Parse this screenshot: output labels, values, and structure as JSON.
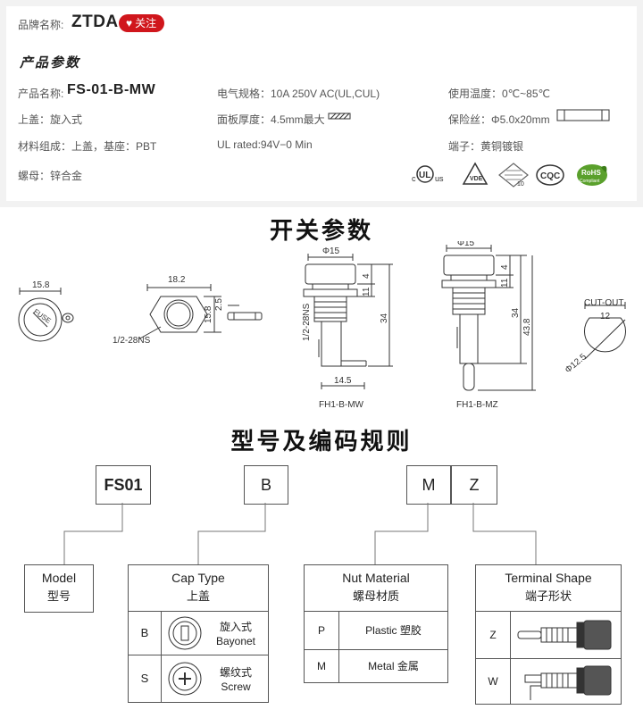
{
  "header": {
    "brand_label": "品牌名称:",
    "brand_name": "ZTDA",
    "follow_label": "关注",
    "section_title": "产品参数"
  },
  "params": {
    "product_name_label": "产品名称:",
    "product_name_value": "FS-01-B-MW",
    "electrical": "电气规格：10A  250V  AC(UL,CUL)",
    "temperature": "使用温度：0℃~85℃",
    "cap": "上盖：旋入式",
    "panel_thickness": "面板厚度：4.5mm最大",
    "fuse": "保险丝：Φ5.0x20mm",
    "material": "材料组成：上盖，基座：PBT",
    "ul_rated": "UL rated:94V−0 Min",
    "terminal": "端子：黄铜镀银",
    "nut": "螺母：锌合金"
  },
  "cert_icons": [
    "ul-cul-icon",
    "vde-icon",
    "semko-icon",
    "cqc-icon",
    "rohs-icon"
  ],
  "cert_labels": {
    "ul": "c UL us",
    "vde": "VDE",
    "cqc": "CQC",
    "rohs": "RoHS",
    "rohs_sub": "Compliant",
    "semko": "10"
  },
  "switch_section": {
    "title": "开关参数",
    "dims": {
      "d15_8": "15.8",
      "d18_2": "18.2",
      "d2_5": "2.5",
      "d15_8b": "15.8",
      "thread": "1/2-28NS",
      "phi15": "Φ15",
      "n4": "4",
      "n11": "11",
      "n34": "34",
      "n14_5": "14.5",
      "thread_vertical": "1/2-28NS",
      "phi15b": "Φ15",
      "n4b": "4",
      "n11b": "11",
      "n34b": "34",
      "n43_8": "43.8",
      "cutout": "CUT-OUT",
      "n12": "12",
      "phi12_5": "Φ12.5",
      "fuse_text": "FUSE"
    },
    "captions": {
      "mw": "FH1-B-MW",
      "mz": "FH1-B-MZ"
    }
  },
  "code_section": {
    "title": "型号及编码规则",
    "codes": [
      "FS01",
      "B",
      "M",
      "Z"
    ],
    "model": {
      "title": "Model",
      "title_cn": "型号"
    },
    "cap_type": {
      "title": "Cap Type",
      "title_cn": "上盖",
      "rows": [
        {
          "code": "B",
          "cn": "旋入式",
          "en": "Bayonet"
        },
        {
          "code": "S",
          "cn": "螺纹式",
          "en": "Screw"
        }
      ]
    },
    "nut_material": {
      "title": "Nut Material",
      "title_cn": "螺母材质",
      "rows": [
        {
          "code": "P",
          "desc": "Plastic 塑胶"
        },
        {
          "code": "M",
          "desc": "Metal 金属"
        }
      ]
    },
    "terminal_shape": {
      "title": "Terminal Shape",
      "title_cn": "端子形状",
      "rows": [
        {
          "code": "Z"
        },
        {
          "code": "W"
        }
      ]
    }
  },
  "colors": {
    "accent": "#d0161c",
    "panel_bg": "#f2f2f2",
    "line": "#555555"
  }
}
